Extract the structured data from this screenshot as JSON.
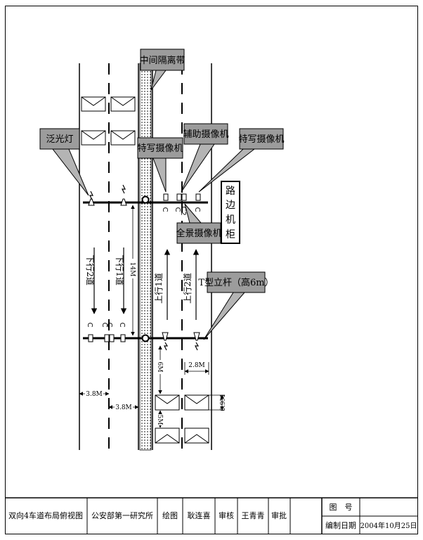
{
  "labels": {
    "median": "中间隔离带",
    "floodlight": "泛光灯",
    "closeup_camera_left": "特写摄像机",
    "auxiliary_camera": "辅助摄像机",
    "closeup_camera_right": "特写摄像机",
    "panorama_camera": "全景摄像机",
    "roadside_cabinet": [
      "路",
      "边",
      "机",
      "柜"
    ],
    "t_pole": "T型立杆（高6m）"
  },
  "lanes": {
    "down_lane_2": "下行2道",
    "down_lane_1": "下行1道",
    "up_lane_1": "上行1道",
    "up_lane_2": "上行2道"
  },
  "dimensions": {
    "pole_spacing": "14M",
    "lane_width_left": "3.8M",
    "lane_width_mid": "3.8M",
    "coil_width": "2.8M",
    "coil_gap": "6M",
    "coil_length": "5M",
    "coil_depth": "0.9M"
  },
  "camera_marks": {
    "c1": "C",
    "c2": "C",
    "c3": "C2",
    "c4": "C",
    "c5": "C",
    "c6": "C",
    "c7": "C",
    "c8": "C",
    "c9": "C"
  },
  "title_block": {
    "drawing_title": "双向4车道布局俯视图",
    "organization": "公安部第一研究所",
    "drawn_label": "绘图",
    "drawn_by": "耿连喜",
    "checked_label": "审核",
    "checked_by": "王青青",
    "approved_label": "审批",
    "drawing_number_label": "图　号",
    "date_label": "编制日期",
    "date": "2004年10月25日"
  },
  "colors": {
    "callout_fill": "#9c9c9c",
    "callout_tail": "#b4b4b4",
    "line": "#000000"
  }
}
